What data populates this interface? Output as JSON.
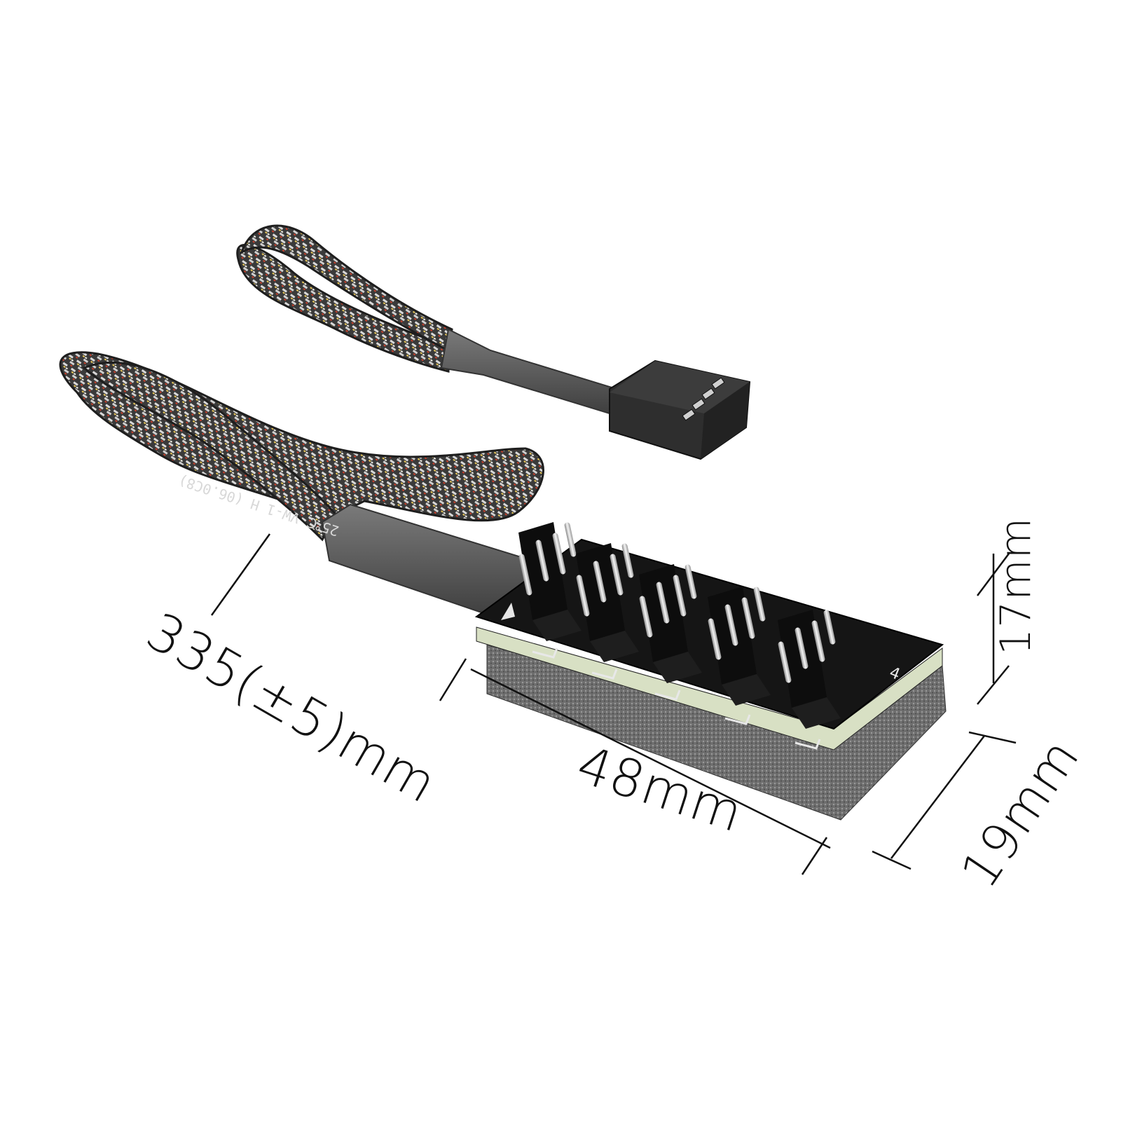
{
  "product": {
    "name": "4-pin fan hub splitter cable",
    "cable": {
      "type": "braided sleeve",
      "tube_marking": "25℃ VW-1 H (06.0C8)"
    },
    "hub": {
      "ports": 5,
      "pin_count_per_port": 4,
      "silkscreen_mark": "4"
    },
    "input_connector": "4-pin female"
  },
  "dimensions": {
    "cable_length": "335(±5)mm",
    "board_length": "48mm",
    "board_height": "17mm",
    "board_width": "19mm"
  },
  "colors": {
    "background": "#ffffff",
    "pcb": "#1a1a1a",
    "foam": "#6b6b6b",
    "edge_stripe": "#d8e0c4",
    "sleeve_dark": "#2b2b2b",
    "heat_shrink": "#555555",
    "pin": "#e0e0e0"
  }
}
